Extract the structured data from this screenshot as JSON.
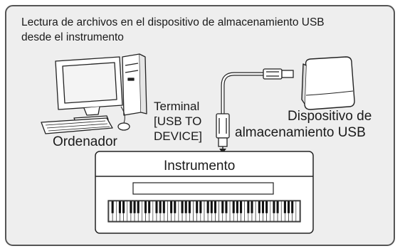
{
  "header": {
    "line1": "Lectura de archivos en el dispositivo de almacenamiento USB",
    "line2": "desde el instrumento"
  },
  "computer": {
    "label": "Ordenador"
  },
  "terminal": {
    "line1": "Terminal",
    "line2": "[USB TO",
    "line3": "DEVICE]"
  },
  "usb_device": {
    "line1": "Dispositivo de",
    "line2": "almacenamiento USB"
  },
  "instrument": {
    "label": "Instrumento"
  },
  "colors": {
    "frame_border": "#555555",
    "frame_fill": "#eeeeee",
    "line": "#222222"
  }
}
